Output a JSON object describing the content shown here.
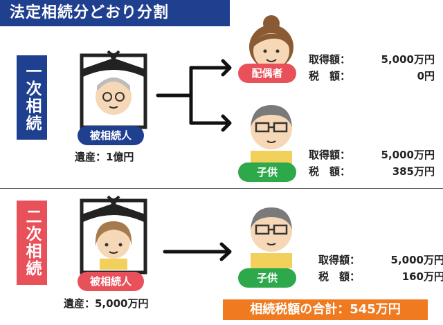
{
  "title": "法定相続分どおり分割",
  "colors": {
    "navy": "#1f3f8f",
    "red": "#e8505a",
    "green": "#2da84a",
    "orange": "#ef7a1f"
  },
  "primary": {
    "label": "一次相続",
    "deceased_label": "被相続人",
    "estate": "遺産：1億円",
    "heirs": [
      {
        "tag": "配偶者",
        "acq_key": "取得額：",
        "acq_val": "5,000万円",
        "tax_key": "税　額：",
        "tax_val": "0円"
      },
      {
        "tag": "子供",
        "acq_key": "取得額：",
        "acq_val": "5,000万円",
        "tax_key": "税　額：",
        "tax_val": "385万円"
      }
    ]
  },
  "secondary": {
    "label": "二次相続",
    "deceased_label": "被相続人",
    "estate": "遺産：5,000万円",
    "heirs": [
      {
        "tag": "子供",
        "acq_key": "取得額：",
        "acq_val": "5,000万円",
        "tax_key": "税　額：",
        "tax_val": "160万円"
      }
    ]
  },
  "total": "相続税額の合計：545万円",
  "icons": [
    "funeral-portrait-icon",
    "person-icon",
    "arrow-icon"
  ]
}
